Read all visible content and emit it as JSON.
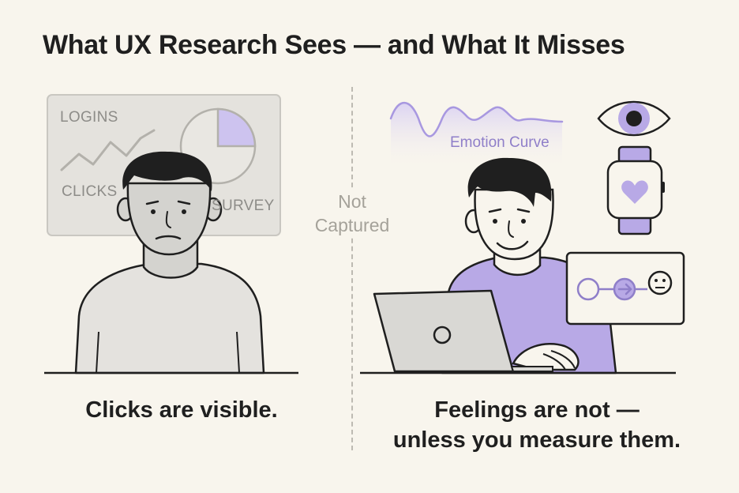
{
  "title": "What UX Research Sees — and What It Misses",
  "left_panel": {
    "dashboard": {
      "label_logins": "LOGINS",
      "label_clicks": "CLICKS",
      "label_survey": "SURVEY"
    },
    "caption": "Clicks are visible."
  },
  "center": {
    "not_captured_line1": "Not",
    "not_captured_line2": "Captured"
  },
  "right_panel": {
    "emotion_curve_label": "Emotion Curve",
    "caption_line1": "Feelings are not —",
    "caption_line2": "unless you measure them."
  },
  "colors": {
    "background": "#f8f5ed",
    "accent_purple": "#b8a9e6",
    "line_purple": "#8f7fc9",
    "gray_fill": "#d9d8d4",
    "outline": "#1f1f1f"
  }
}
